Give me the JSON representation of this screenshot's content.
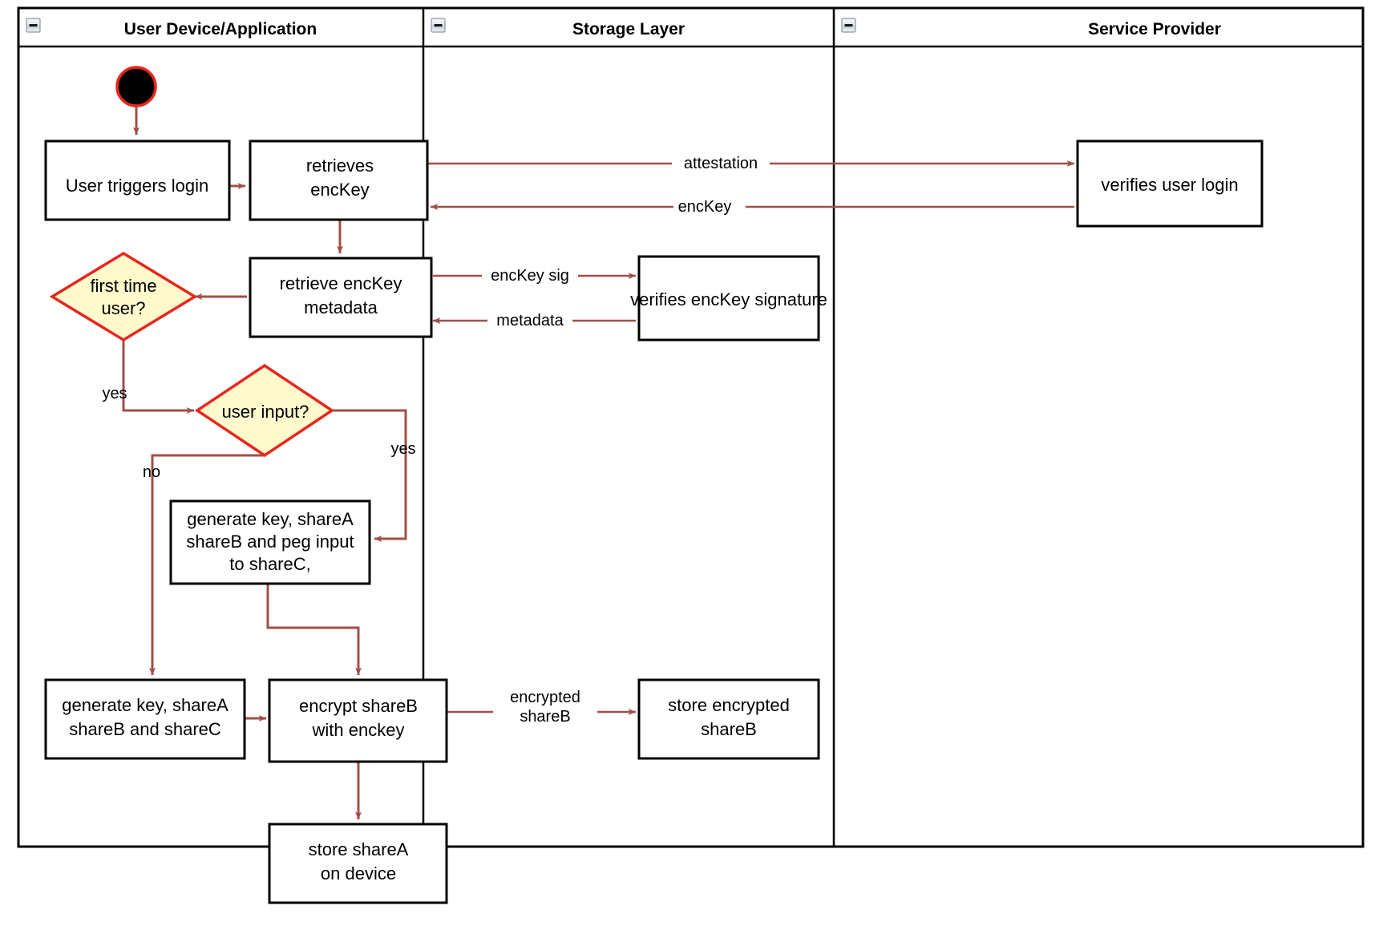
{
  "diagram": {
    "type": "uml-activity-swimlane",
    "title_present": false,
    "colors": {
      "edge": "#A0504A",
      "node_border": "#000000",
      "node_fill": "#FFFFFF",
      "decision_border": "#E8261D",
      "decision_fill": "#FFF9CC",
      "start_fill": "#000000",
      "start_border": "#E8261D",
      "frame": "#000000"
    },
    "lanes": [
      {
        "id": "lane-user-device",
        "label": "User Device/Application",
        "collapse_icon": "minus-box-icon"
      },
      {
        "id": "lane-storage",
        "label": "Storage Layer",
        "collapse_icon": "minus-box-icon"
      },
      {
        "id": "lane-service-provider",
        "label": "Service Provider",
        "collapse_icon": "minus-box-icon"
      }
    ],
    "nodes": [
      {
        "id": "start",
        "kind": "initial-node",
        "lane": "lane-user-device",
        "label": ""
      },
      {
        "id": "user-triggers-login",
        "kind": "action",
        "lane": "lane-user-device",
        "label": "User triggers login"
      },
      {
        "id": "retrieves-enckey",
        "kind": "action",
        "lane": "lane-user-device",
        "label": "retrieves\nencKey"
      },
      {
        "id": "retrieve-enckey-metadata",
        "kind": "action",
        "lane": "lane-user-device",
        "label": "retrieve encKey\nmetadata"
      },
      {
        "id": "first-time-user",
        "kind": "decision",
        "lane": "lane-user-device",
        "label": "first time\nuser?"
      },
      {
        "id": "user-input",
        "kind": "decision",
        "lane": "lane-user-device",
        "label": "user input?"
      },
      {
        "id": "generate-key-peg",
        "kind": "action",
        "lane": "lane-user-device",
        "label": "generate key, shareA\nshareB and peg input\nto shareC,"
      },
      {
        "id": "generate-key-shares",
        "kind": "action",
        "lane": "lane-user-device",
        "label": "generate key, shareA\nshareB and shareC"
      },
      {
        "id": "encrypt-shareb",
        "kind": "action",
        "lane": "lane-user-device",
        "label": "encrypt shareB\nwith enckey"
      },
      {
        "id": "store-sharea",
        "kind": "action",
        "lane": "lane-user-device",
        "label": "store shareA\non device"
      },
      {
        "id": "verifies-enckey-signature",
        "kind": "action",
        "lane": "lane-storage",
        "label": "verifies encKey signature"
      },
      {
        "id": "store-encrypted-shareb",
        "kind": "action",
        "lane": "lane-storage",
        "label": "store encrypted\nshareB"
      },
      {
        "id": "verifies-user-login",
        "kind": "action",
        "lane": "lane-service-provider",
        "label": "verifies user login"
      }
    ],
    "edges": [
      {
        "from": "start",
        "to": "user-triggers-login",
        "label": ""
      },
      {
        "from": "user-triggers-login",
        "to": "retrieves-enckey",
        "label": ""
      },
      {
        "from": "retrieves-enckey",
        "to": "verifies-user-login",
        "label": "attestation"
      },
      {
        "from": "verifies-user-login",
        "to": "retrieves-enckey",
        "label": "encKey"
      },
      {
        "from": "retrieves-enckey",
        "to": "retrieve-enckey-metadata",
        "label": ""
      },
      {
        "from": "retrieve-enckey-metadata",
        "to": "first-time-user",
        "label": ""
      },
      {
        "from": "retrieve-enckey-metadata",
        "to": "verifies-enckey-signature",
        "label": "encKey sig"
      },
      {
        "from": "verifies-enckey-signature",
        "to": "retrieve-enckey-metadata",
        "label": "metadata"
      },
      {
        "from": "first-time-user",
        "to": "user-input",
        "label": "yes"
      },
      {
        "from": "user-input",
        "to": "generate-key-peg",
        "label": "yes"
      },
      {
        "from": "user-input",
        "to": "generate-key-shares",
        "label": "no"
      },
      {
        "from": "generate-key-peg",
        "to": "encrypt-shareb",
        "label": ""
      },
      {
        "from": "generate-key-shares",
        "to": "encrypt-shareb",
        "label": ""
      },
      {
        "from": "encrypt-shareb",
        "to": "store-encrypted-shareb",
        "label": "encrypted\nshareB"
      },
      {
        "from": "encrypt-shareb",
        "to": "store-sharea",
        "label": ""
      }
    ]
  },
  "labels": {
    "lane1": "User Device/Application",
    "lane2": "Storage Layer",
    "lane3": "Service Provider",
    "n_user_triggers_login": "User triggers login",
    "n_retrieves_1": "retrieves",
    "n_retrieves_2": "encKey",
    "n_retrieve_meta_1": "retrieve encKey",
    "n_retrieve_meta_2": "metadata",
    "n_first_time_1": "first time",
    "n_first_time_2": "user?",
    "n_user_input": "user input?",
    "n_gen_peg_1": "generate key, shareA",
    "n_gen_peg_2": "shareB and peg input",
    "n_gen_peg_3": "to shareC,",
    "n_gen_shares_1": "generate key, shareA",
    "n_gen_shares_2": "shareB and shareC",
    "n_encrypt_1": "encrypt shareB",
    "n_encrypt_2": "with enckey",
    "n_store_sharea_1": "store shareA",
    "n_store_sharea_2": "on device",
    "n_verifies_sig": "verifies encKey signature",
    "n_store_enc_shareb_1": "store encrypted",
    "n_store_enc_shareb_2": "shareB",
    "n_verifies_login": "verifies user login",
    "e_attestation": "attestation",
    "e_enckey": "encKey",
    "e_enckey_sig": "encKey sig",
    "e_metadata": "metadata",
    "e_yes_first": "yes",
    "e_yes_input": "yes",
    "e_no_input": "no",
    "e_encrypted_1": "encrypted",
    "e_encrypted_2": "shareB"
  }
}
